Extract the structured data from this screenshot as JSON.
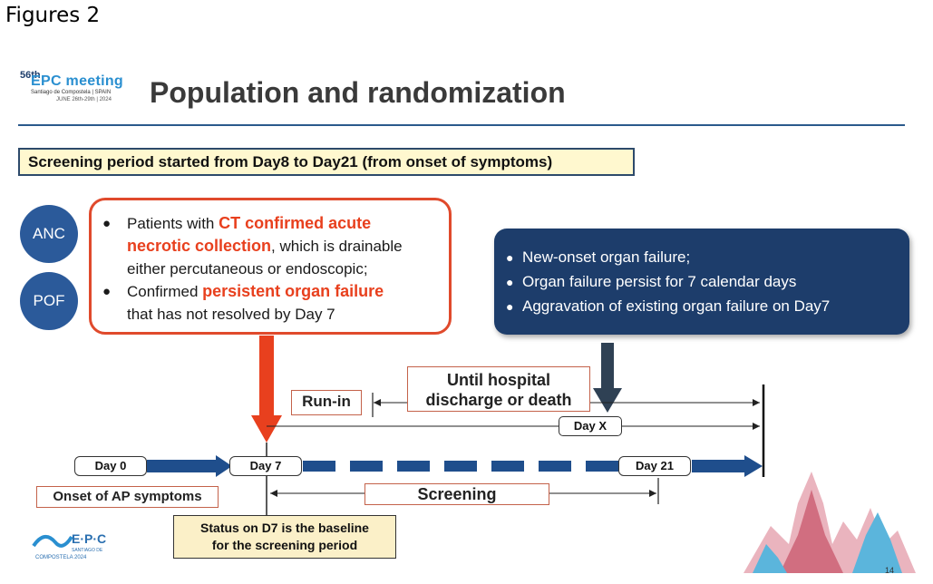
{
  "figure_label": "Figures 2",
  "logo": {
    "edition": "56th",
    "name": "EPC meeting",
    "place": "Santiago de Compostela | SPAIN",
    "dates": "JUNE 26th-29th | 2024"
  },
  "title": "Population and randomization",
  "screening_banner": "Screening period started from Day8 to Day21  (from onset of symptoms)",
  "groups": [
    "ANC",
    "POF"
  ],
  "criteria": {
    "anc_line1_pre": "Patients with ",
    "anc_line1_red": "CT confirmed acute",
    "anc_line2_red": "necrotic collection",
    "anc_line2_post": ", which is drainable",
    "anc_line3": "either  percutaneous or endoscopic;",
    "pof_line1_pre": "Confirmed ",
    "pof_line1_red": "persistent organ failure",
    "pof_line2": "that has not resolved by Day 7"
  },
  "organ_failure_items": [
    "New-onset organ failure;",
    "Organ failure persist for 7 calendar days",
    "Aggravation of existing organ failure on Day7"
  ],
  "timeline": {
    "until_line1": "Until hospital",
    "until_line2": "discharge or death",
    "run_in": "Run-in",
    "day_x": "Day X",
    "day_0": "Day 0",
    "day_7": "Day 7",
    "day_21": "Day 21",
    "onset": "Onset of AP symptoms",
    "screening": "Screening",
    "status_line1": "Status on D7 is the baseline",
    "status_line2": "for the screening period"
  },
  "footer_logo": {
    "name": "E·P·C",
    "sub1": "SANTIAGO DE",
    "sub2": "COMPOSTELA 2024"
  },
  "page_number": "14",
  "colors": {
    "navy": "#1d3d6b",
    "blue": "#2b5a9a",
    "red": "#e8401e",
    "yellow": "#fff8cf"
  }
}
